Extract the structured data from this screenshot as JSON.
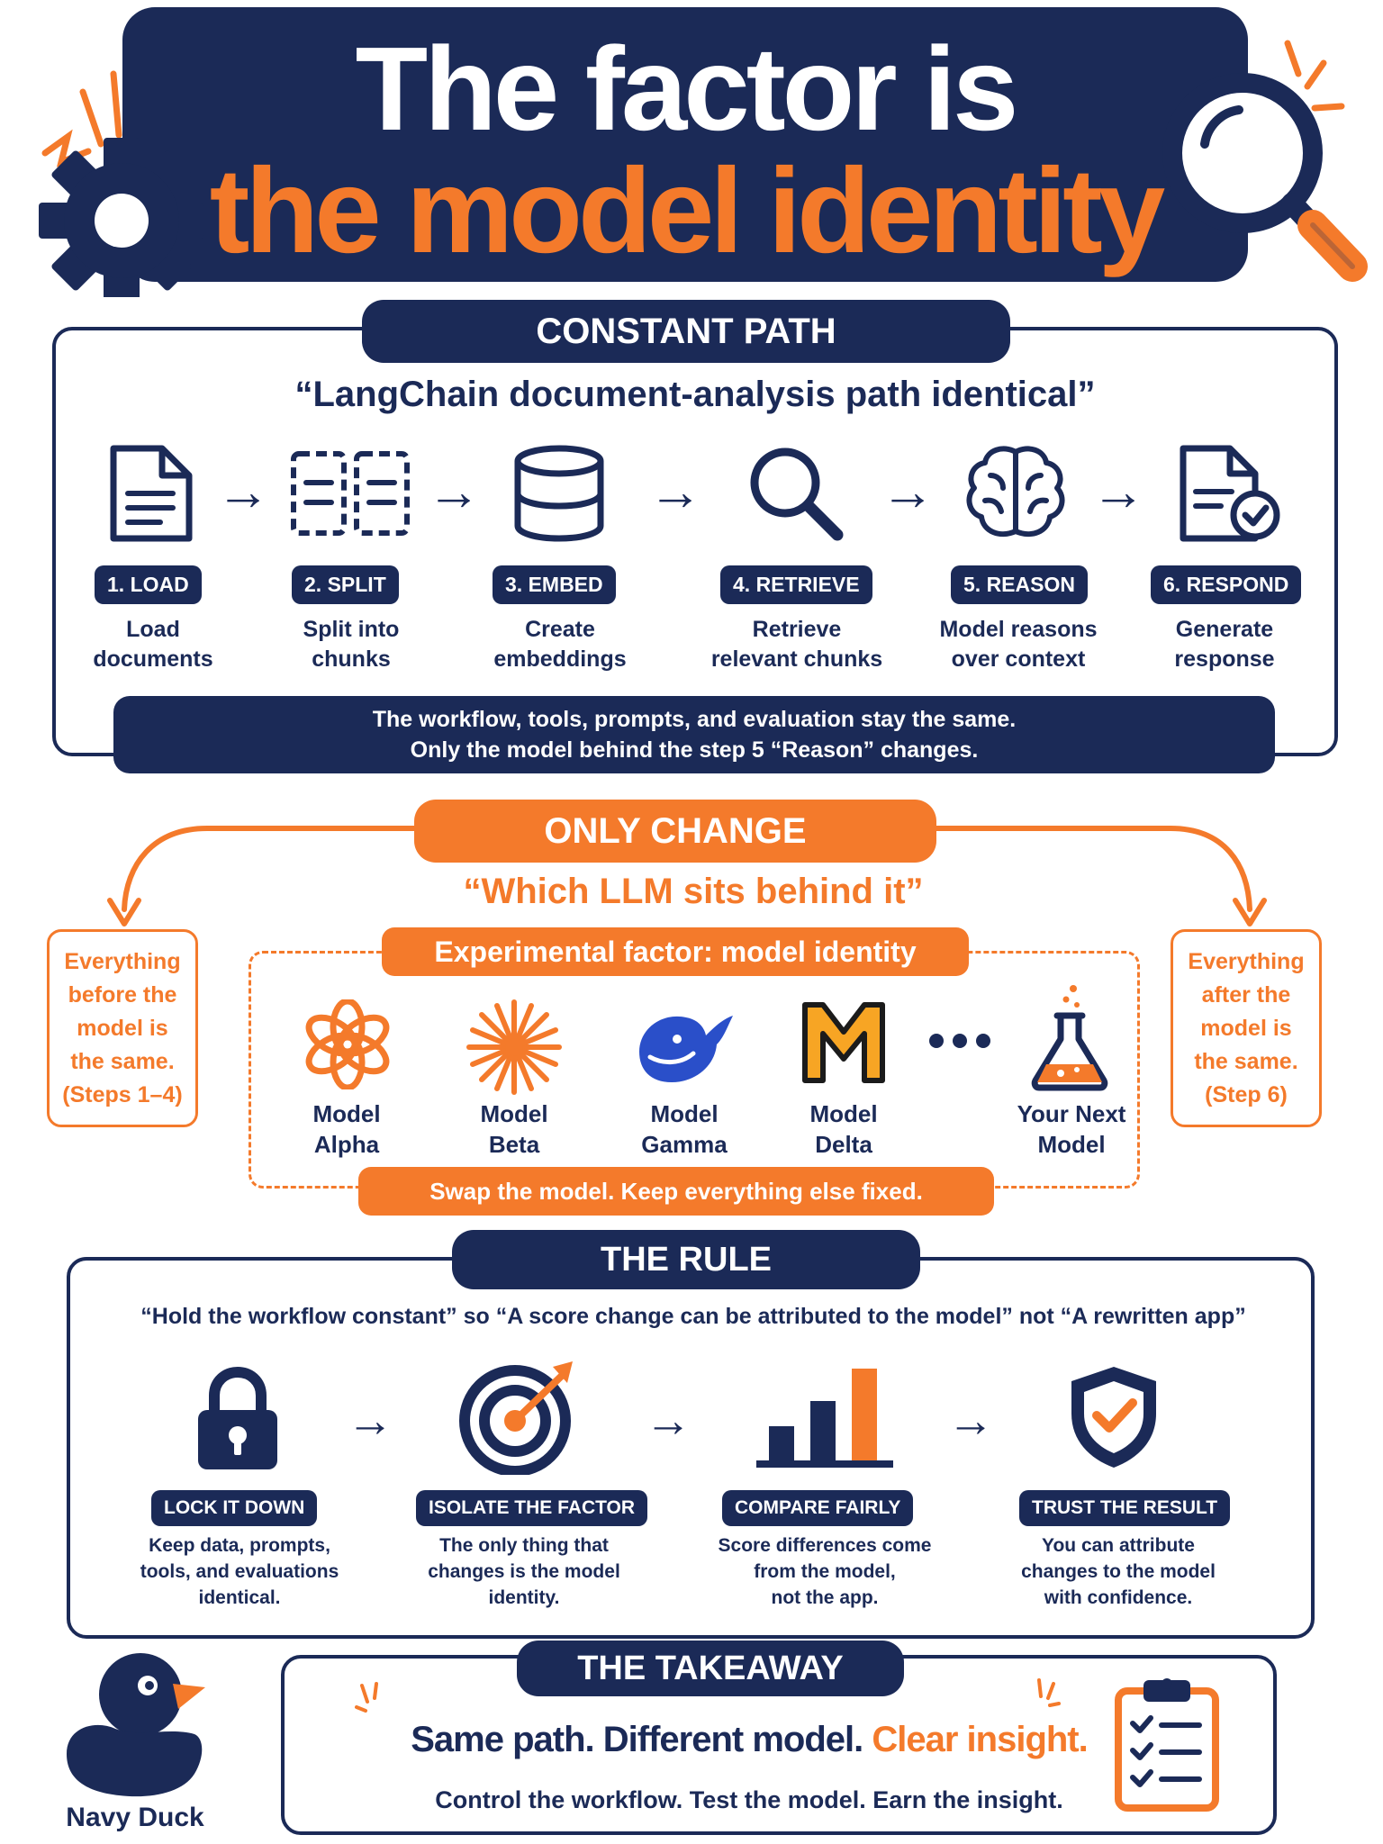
{
  "header": {
    "title_line1": "The factor is",
    "title_line2": "the model identity"
  },
  "constant_path": {
    "heading": "CONSTANT PATH",
    "quote": "“LangChain document-analysis path identical”",
    "steps": [
      {
        "label": "1. LOAD",
        "desc_line1": "Load",
        "desc_line2": "documents",
        "icon": "document-icon"
      },
      {
        "label": "2. SPLIT",
        "desc_line1": "Split into",
        "desc_line2": "chunks",
        "icon": "split-chunks-icon"
      },
      {
        "label": "3. EMBED",
        "desc_line1": "Create",
        "desc_line2": "embeddings",
        "icon": "database-icon"
      },
      {
        "label": "4. RETRIEVE",
        "desc_line1": "Retrieve",
        "desc_line2": "relevant chunks",
        "icon": "magnifier-icon"
      },
      {
        "label": "5. REASON",
        "desc_line1": "Model reasons",
        "desc_line2": "over context",
        "icon": "brain-icon"
      },
      {
        "label": "6. RESPOND",
        "desc_line1": "Generate",
        "desc_line2": "response",
        "icon": "document-check-icon"
      }
    ],
    "footer_line1": "The workflow, tools, prompts, and evaluation stay the same.",
    "footer_line2": "Only the model behind the step 5 “Reason” changes."
  },
  "only_change": {
    "heading": "ONLY CHANGE",
    "quote": "“Which LLM sits behind it”",
    "left_box": [
      "Everything",
      "before the",
      "model is",
      "the same.",
      "(Steps 1–4)"
    ],
    "right_box": [
      "Everything",
      "after the",
      "model is",
      "the same.",
      "(Step 6)"
    ],
    "factor_label": "Experimental factor: model identity",
    "models": [
      {
        "line1": "Model",
        "line2": "Alpha",
        "icon": "knot-logo-icon"
      },
      {
        "line1": "Model",
        "line2": "Beta",
        "icon": "starburst-logo-icon"
      },
      {
        "line1": "Model",
        "line2": "Gamma",
        "icon": "whale-logo-icon"
      },
      {
        "line1": "Model",
        "line2": "Delta",
        "icon": "m-logo-icon"
      },
      {
        "line1": "Your Next",
        "line2": "Model",
        "icon": "flask-icon"
      }
    ],
    "swap_label": "Swap the model. Keep everything else fixed."
  },
  "rule": {
    "heading": "THE RULE",
    "quote": "“Hold the workflow constant” so “A score change can be attributed to the model” not “A rewritten app”",
    "items": [
      {
        "label": "LOCK IT DOWN",
        "desc": [
          "Keep data, prompts,",
          "tools, and evaluations",
          "identical."
        ],
        "icon": "padlock-icon"
      },
      {
        "label": "ISOLATE THE FACTOR",
        "desc": [
          "The only thing that",
          "changes is the model",
          "identity."
        ],
        "icon": "target-icon"
      },
      {
        "label": "COMPARE FAIRLY",
        "desc": [
          "Score differences come",
          "from the model,",
          "not the app."
        ],
        "icon": "bar-chart-icon"
      },
      {
        "label": "TRUST THE RESULT",
        "desc": [
          "You can attribute",
          "changes to the model",
          "with confidence."
        ],
        "icon": "shield-check-icon"
      }
    ]
  },
  "takeaway": {
    "heading": "THE TAKEAWAY",
    "line_navy": "Same path. Different model.",
    "line_orange": "Clear insight.",
    "subline": "Control the workflow. Test the model. Earn the insight."
  },
  "brand": {
    "name": "Navy Duck"
  },
  "colors": {
    "navy": "#1b2a57",
    "orange": "#f47a2b"
  }
}
